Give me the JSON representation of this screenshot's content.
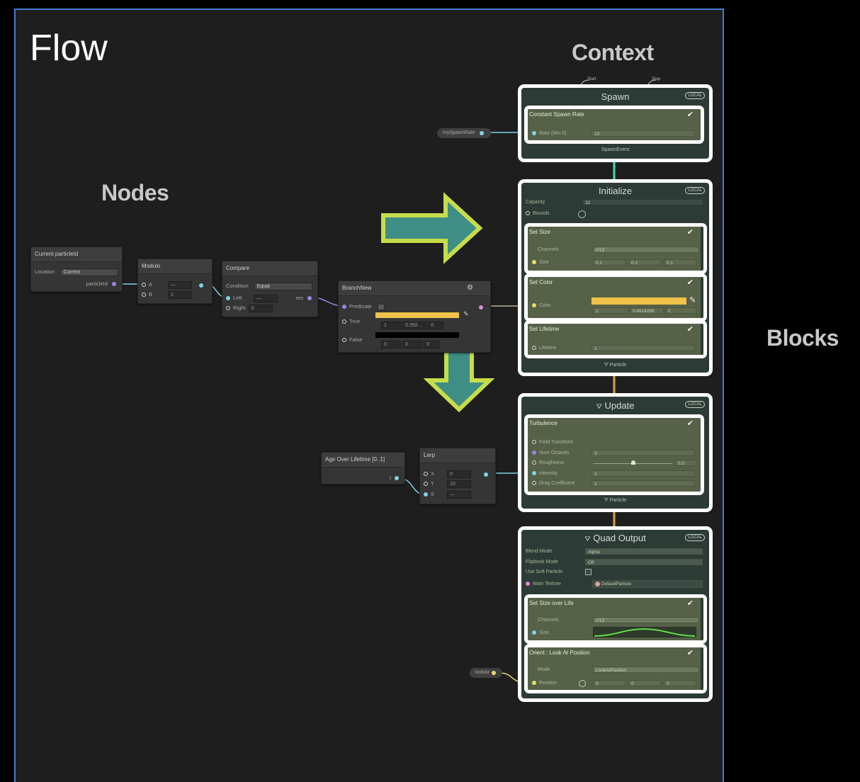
{
  "labels": {
    "flow": "Flow",
    "context": "Context",
    "nodes": "Nodes",
    "blocks": "Blocks"
  },
  "colors": {
    "panel_border": "#4a7bd0",
    "arrow_fill": "#3f8e86",
    "arrow_stroke": "#c7dc4a",
    "wire_flow": "#4ad9b0",
    "wire_output": "#d8a24a",
    "color_swatch": "#efc24a"
  },
  "nodes": {
    "current_particle": {
      "title": "Current particleId",
      "location_label": "Location",
      "location_value": "Current",
      "output": "particleId"
    },
    "modulo": {
      "title": "Modulo",
      "a_label": "A",
      "a_value": "—",
      "b_label": "B",
      "b_value": "2"
    },
    "compare": {
      "title": "Compare",
      "condition_label": "Condition",
      "condition_value": "Equal",
      "left_label": "Left",
      "left_value": "—",
      "right_label": "Right",
      "right_value": "0",
      "res_label": "res"
    },
    "branch": {
      "title": "BranchNew",
      "predicate_label": "Predicate",
      "true_label": "True",
      "false_label": "False",
      "true_x": "1",
      "true_y": "0.392…",
      "true_z": "0",
      "false_x": "0",
      "false_y": "0",
      "false_z": "0"
    },
    "age_over_lifetime": {
      "title": "Age Over Lifetime [0..1]",
      "output": "t"
    },
    "lerp": {
      "title": "Lerp",
      "x_label": "X",
      "x_value": "0",
      "y_label": "Y",
      "y_value": "10",
      "s_label": "S",
      "s_value": "—"
    },
    "my_spawn_rate": {
      "label": "mySpawnRate"
    },
    "look_at": {
      "label": "lookAt"
    }
  },
  "contexts": {
    "spawn": {
      "flow_in_start": "Start",
      "flow_in_stop": "Stop",
      "title": "Spawn",
      "badge": "LOCAL",
      "footer": "SpawnEvent",
      "block": {
        "title": "Constant Spawn Rate",
        "rate_label": "Rate (Min 0)",
        "rate_value": "10"
      }
    },
    "initialize": {
      "title": "Initialize",
      "badge": "LOCAL",
      "capacity_label": "Capacity",
      "capacity_value": "32",
      "bounds_label": "Bounds",
      "footer": "Particle",
      "set_size": {
        "title": "Set Size",
        "channels_label": "Channels",
        "channels_value": "XYZ",
        "size_label": "Size",
        "x": "0.1",
        "y": "0.1",
        "z": "0.1"
      },
      "set_color": {
        "title": "Set Color",
        "color_label": "Color",
        "x": "1",
        "y": "0.4914286",
        "z": "0"
      },
      "set_lifetime": {
        "title": "Set Lifetime",
        "lifetime_label": "Lifetime",
        "lifetime_value": "1"
      }
    },
    "update": {
      "title": "Update",
      "badge": "LOCAL",
      "footer": "Particle",
      "turbulence": {
        "title": "Turbulence",
        "field_transform_label": "Field Transform",
        "octaves_label": "Num Octaves",
        "octaves_value": "3",
        "roughness_label": "Roughness",
        "roughness_value": "0.5",
        "intensity_label": "Intensity",
        "intensity_value": "1",
        "drag_label": "Drag Coefficient",
        "drag_value": "1"
      }
    },
    "quad_output": {
      "title": "Quad Output",
      "badge": "LOCAL",
      "blend_label": "Blend Mode",
      "blend_value": "Alpha",
      "flipbook_label": "Flipbook Mode",
      "flipbook_value": "Off",
      "soft_label": "Use Soft Particle",
      "texture_label": "Main Texture",
      "texture_value": "DefaultParticle",
      "size_over_life": {
        "title": "Set Size over Life",
        "channels_label": "Channels",
        "channels_value": "XYZ",
        "size_label": "Size"
      },
      "orient": {
        "title": "Orient : Look At Position",
        "mode_label": "Mode",
        "mode_value": "LookAtPosition",
        "position_label": "Position",
        "x": "0",
        "y": "0",
        "z": "0"
      }
    }
  }
}
